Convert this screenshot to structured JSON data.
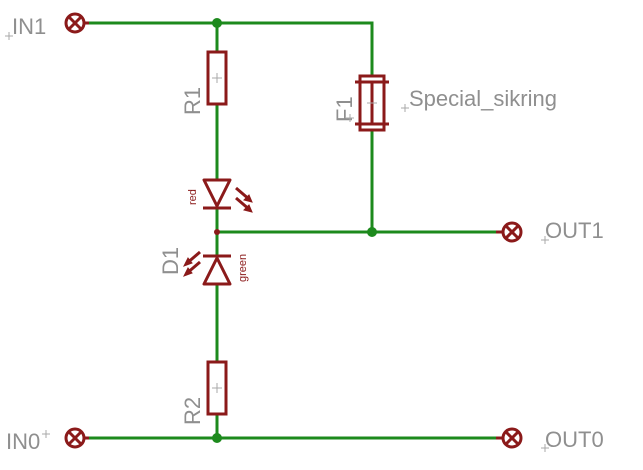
{
  "terminals": {
    "in1": "IN1",
    "in0": "IN0",
    "out1": "OUT1",
    "out0": "OUT0"
  },
  "components": {
    "r1": "R1",
    "r2": "R2",
    "f1": "F1",
    "f1_value": "Special_sikring",
    "d1": "D1",
    "led_top_value": "red",
    "led_bottom_value": "green"
  },
  "colors": {
    "wire": "#1d8a1d",
    "component": "#8b1a1a",
    "label": "#8f8f8f"
  }
}
